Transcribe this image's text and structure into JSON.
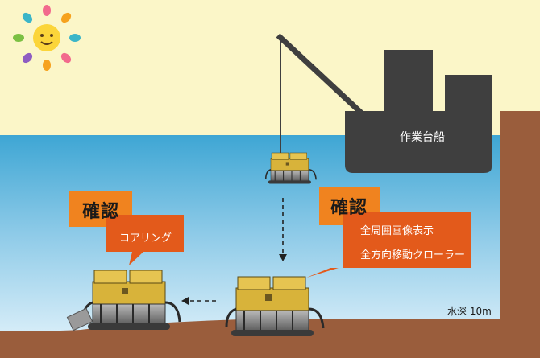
{
  "ship": {
    "label": "作業台船"
  },
  "callout_left": {
    "title": "確認",
    "items": [
      "コアリング"
    ]
  },
  "callout_right": {
    "title": "確認",
    "items": [
      "全周囲画像表示",
      "全方向移動クローラー"
    ]
  },
  "depth": {
    "label": "水深 10m"
  },
  "colors": {
    "sky": "#fbf6c8",
    "sea_top": "#4fb0d8",
    "sea_bottom": "#e4f3fb",
    "seabed": "#9a5d3c",
    "ship": "#3f3f3f",
    "callout_title_bg": "#f0831f",
    "callout_body_bg": "#e35a1b",
    "robot_body": "#d8b33a"
  }
}
